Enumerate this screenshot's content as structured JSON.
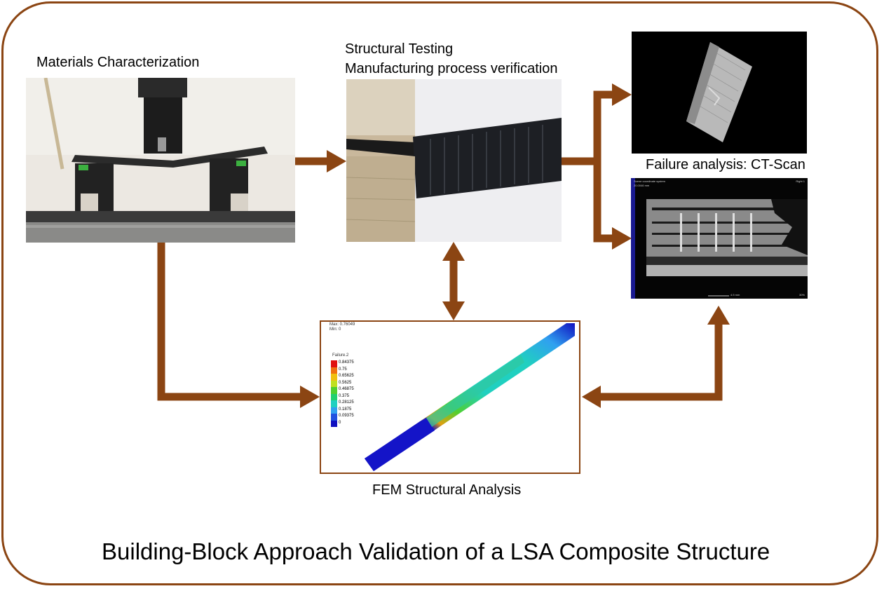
{
  "labels": {
    "materials": "Materials Characterization",
    "structural_testing": "Structural Testing",
    "manufacturing": "Manufacturing process verification",
    "failure_analysis": "Failure analysis: CT-Scan",
    "fem": "FEM Structural Analysis",
    "title": "Building-Block Approach Validation of a LSA Composite Structure"
  },
  "fem_panel": {
    "max_label": "Max: 0.76049",
    "min_label": "Min: 0",
    "legend_title": "Failure.2",
    "legend_values": [
      "0.84375",
      "0.75",
      "0.65625",
      "0.5625",
      "0.46875",
      "0.375",
      "0.28125",
      "0.1875",
      "0.09375",
      "0"
    ],
    "legend_colors": [
      "#e01010",
      "#f07010",
      "#f0c010",
      "#c0e020",
      "#50d030",
      "#20d070",
      "#20d0c0",
      "#30a0f0",
      "#2050e0",
      "#1010c0"
    ]
  },
  "ct_panel": {
    "top_left_1": "Scene coordinate system",
    "top_left_2": "20.0046 mm",
    "top_right": "Right 1",
    "scale": "4.5 mm",
    "bottom_right": "30%"
  },
  "colors": {
    "arrow": "#8b4513",
    "frame": "#8b4513"
  }
}
